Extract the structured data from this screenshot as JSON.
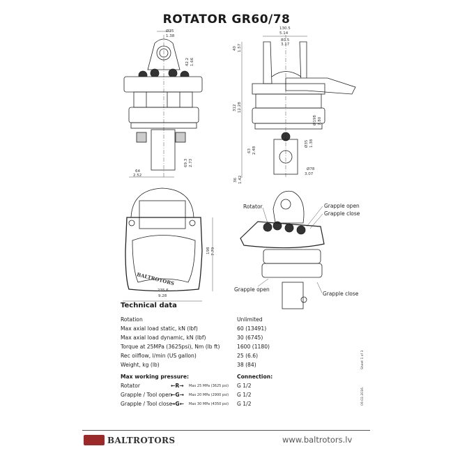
{
  "title": "ROTATOR  GR60/78",
  "drawing": {
    "front_dims": {
      "d35": "Ø35",
      "d35_in": "1.38",
      "h42": "42.2",
      "h42_in": "1.66",
      "w64": "64",
      "w64_in": "2.52",
      "h69": "69.3",
      "h69_in": "2.73"
    },
    "side_dims": {
      "w130": "130.5",
      "w130_in": "5.14",
      "w80": "80.5",
      "w80_in": "3.17",
      "h40": "40",
      "h40_in": "1.57",
      "h312": "312",
      "h312_in": "12.28",
      "d198": "Ø198",
      "d198_in": "7.80",
      "h63": "63",
      "h63_in": "2.48",
      "d35": "Ø35",
      "d35_in": "1.38",
      "d78": "Ø78",
      "d78_in": "3.07",
      "h36": "36",
      "h36_in": "1.42"
    },
    "top_dims": {
      "w235": "235.6",
      "w235_in": "9.28",
      "h198": "198",
      "h198_in": "7.79",
      "brand": "BALTROTORS"
    },
    "iso_callouts": {
      "rotator": "Rotator",
      "grapple_open_top": "Grapple open",
      "grapple_close_top": "Grapple close",
      "grapple_open_bottom": "Grapple open",
      "grapple_close_bottom": "Grapple close"
    }
  },
  "technical_data": {
    "heading": "Technical data",
    "rows": [
      {
        "label": "Rotation",
        "value": "Unlimited"
      },
      {
        "label": "Max axial load static, kN (lbf)",
        "value": "60 (13491)"
      },
      {
        "label": "Max axial load dynamic, kN (lbf)",
        "value": "30 (6745)"
      },
      {
        "label": "Torque at 25MPa (3625psi), Nm (lb ft)",
        "value": "1600 (1180)"
      },
      {
        "label": "Rec oilflow, l/min (US gallon)",
        "value": "25 (6.6)"
      },
      {
        "label": "Weight, kg (lb)",
        "value": "38 (84)"
      }
    ]
  },
  "pressure": {
    "heading": "Max working pressure:",
    "connection_heading": "Connection:",
    "rows": [
      {
        "label": "Rotator",
        "symbol": "←R→",
        "max": "Max 25 MPa (3625 psi)",
        "connection": "G 1/2"
      },
      {
        "label": "Grapple / Tool open",
        "symbol": "←G→",
        "max": "Max 20 MPa (2900 psi)",
        "connection": "G 1/2"
      },
      {
        "label": "Grapple / Tool close",
        "symbol": "→G←",
        "max": "Max 30 MPa (4350 psi)",
        "connection": "G 1/2"
      }
    ]
  },
  "sheet": "Sheet 1 of 3",
  "date": "09.02.2016.",
  "footer": {
    "brand": "BALTROTORS",
    "website": "www.baltrotors.lv"
  }
}
